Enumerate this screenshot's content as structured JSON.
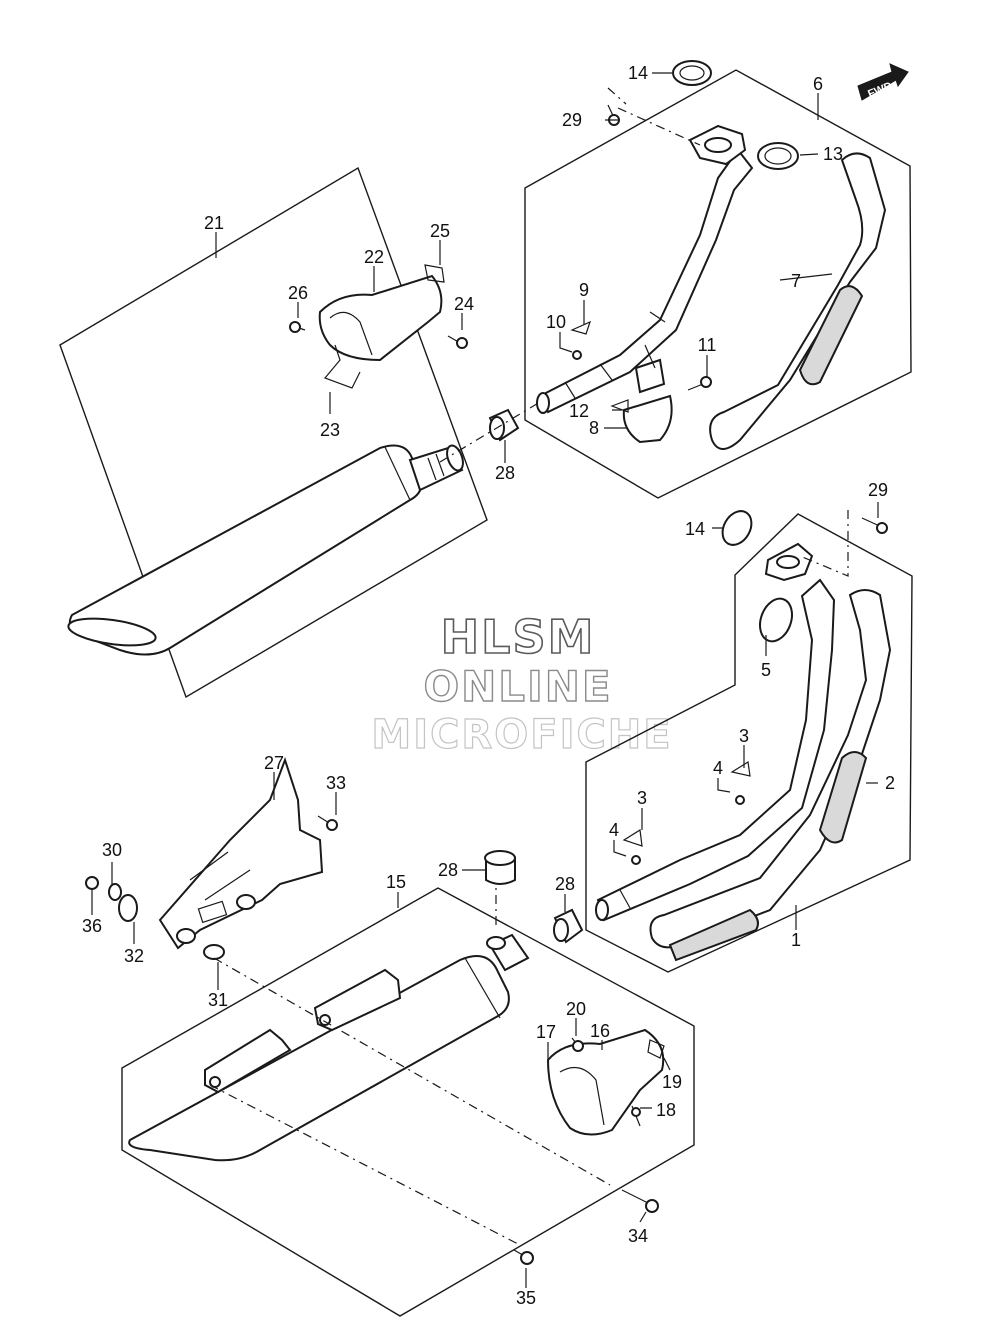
{
  "watermark": {
    "line1": "HLSM",
    "line2": "ONLINE",
    "line3": "MICROFICHE"
  },
  "fwd_badge": "FWD",
  "callouts": [
    "1",
    "2",
    "3",
    "3",
    "4",
    "4",
    "5",
    "6",
    "7",
    "8",
    "9",
    "10",
    "11",
    "12",
    "13",
    "14",
    "14",
    "15",
    "16",
    "17",
    "18",
    "19",
    "20",
    "21",
    "22",
    "23",
    "24",
    "25",
    "26",
    "27",
    "28",
    "28",
    "28",
    "29",
    "29",
    "30",
    "31",
    "32",
    "33",
    "34",
    "35",
    "36"
  ]
}
